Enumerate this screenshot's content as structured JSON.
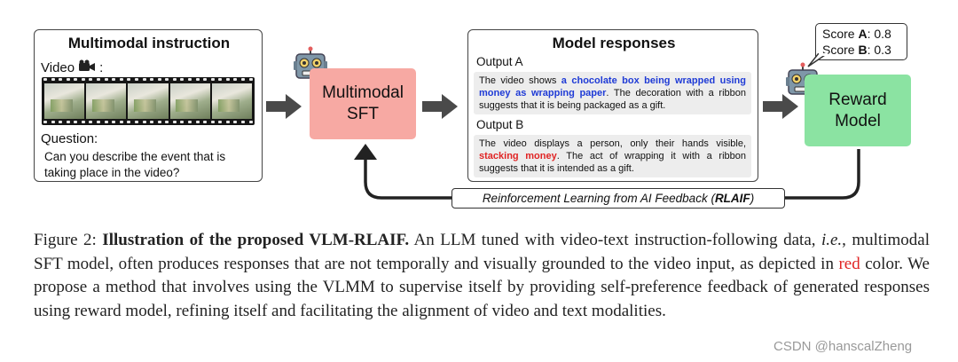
{
  "figure": {
    "instruction": {
      "title": "Multimodal instruction",
      "video_label": "Video",
      "question_label": "Question:",
      "question_text": "Can you describe the event that is taking place in the video?"
    },
    "sft": {
      "line1": "Multimodal",
      "line2": "SFT"
    },
    "responses": {
      "title": "Model responses",
      "output_a": {
        "label": "Output A",
        "pre": "The video shows ",
        "highlight": "a chocolate box being wrapped using money as wrapping paper",
        "post": ". The decoration with a ribbon suggests that it is being packaged as a gift."
      },
      "output_b": {
        "label": "Output B",
        "pre": "The video displays a person, only their hands visible, ",
        "highlight": "stacking money",
        "post": ". The act of wrapping it with a ribbon suggests that it is intended as a gift."
      }
    },
    "reward": {
      "line1": "Reward",
      "line2": "Model"
    },
    "scores": {
      "a_prefix": "Score ",
      "a_key": "A",
      "a_value": ": 0.8",
      "b_prefix": "Score ",
      "b_key": "B",
      "b_value": ": 0.3"
    },
    "rlaif": {
      "text": "Reinforcement Learning from AI Feedback (",
      "bold": "RLAIF",
      "close": ")"
    }
  },
  "caption": {
    "prefix": "Figure 2: ",
    "bold": "Illustration of the proposed VLM-RLAIF.",
    "part1": " An LLM tuned with video-text instruction-following data, ",
    "ie": "i.e.",
    "part2": ", multimodal SFT model, often produces responses that are not temporally and visually grounded to the video input, as depicted in ",
    "red": "red",
    "part3": " color. We propose a method that involves using the VLMM to supervise itself by providing self-preference feedback of generated responses using reward model, refining itself and facilitating the alignment of video and text modalities."
  },
  "watermark": "CSDN @hanscalZheng",
  "colors": {
    "sft_fill": "#f7a9a3",
    "reward_fill": "#8be3a2",
    "highlight_blue": "#1f3bd6",
    "highlight_red": "#e02424",
    "arrow_gray": "#4a4a4a"
  },
  "icons": [
    "video-camera-icon",
    "robot-icon",
    "arrow-right-icon",
    "feedback-arrow-icon"
  ]
}
